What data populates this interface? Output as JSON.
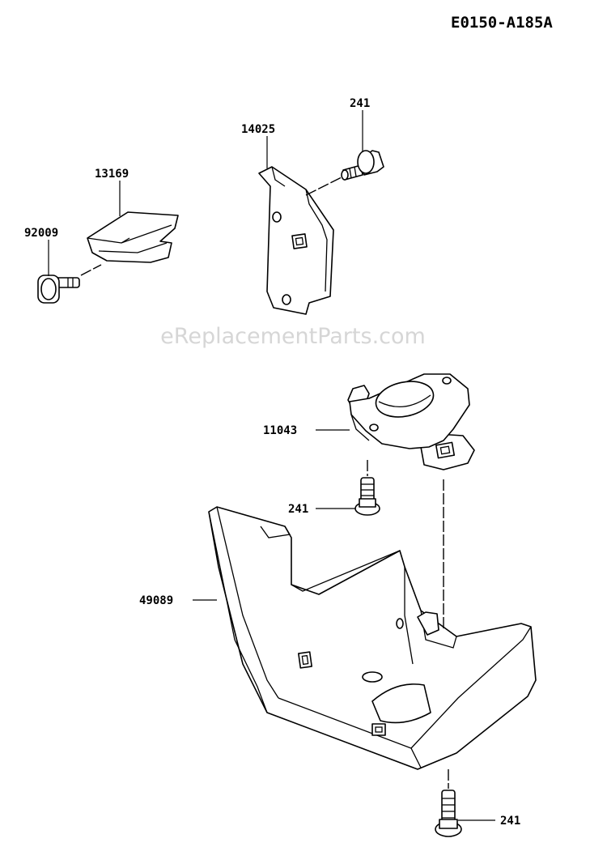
{
  "diagram_code": "E0150-A185A",
  "watermark": "eReplacementParts.com",
  "parts": [
    {
      "number": "241"
    },
    {
      "number": "14025"
    },
    {
      "number": "13169"
    },
    {
      "number": "92009"
    },
    {
      "number": "11043"
    },
    {
      "number": "241"
    },
    {
      "number": "49089"
    },
    {
      "number": "241"
    }
  ]
}
